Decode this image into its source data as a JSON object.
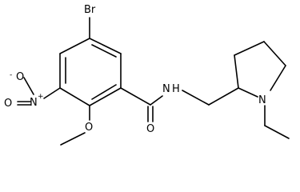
{
  "molecule": {
    "atoms": {
      "br": "Br",
      "n_amide": "N",
      "h_amide": "H",
      "o_carbonyl": "O",
      "o_methoxy": "O",
      "n_nitro": "N",
      "nitro_charge": "+",
      "o_nitro": "O",
      "o_nitro_minus": "O",
      "nitro_minus_charge": "-",
      "n_ring": "N"
    }
  }
}
